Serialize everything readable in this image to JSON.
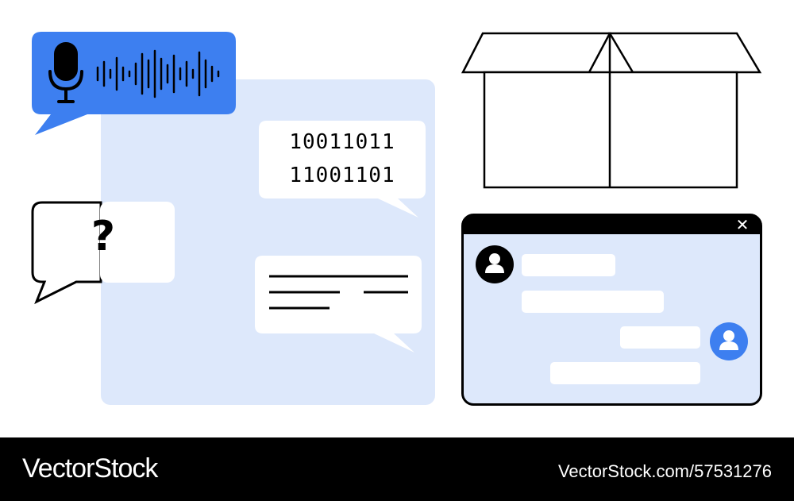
{
  "colors": {
    "accent_blue": "#3d7ff0",
    "light_panel": "#dde8fb",
    "outline": "#000000",
    "background": "#ffffff"
  },
  "voice_bubble": {
    "icons": [
      "microphone-icon",
      "sound-wave-icon"
    ]
  },
  "binary_bubble": {
    "line1": "10011011",
    "line2": "11001101"
  },
  "question_bubble": {
    "symbol": "?"
  },
  "chat_window": {
    "close_symbol": "✕",
    "icons": [
      "user-avatar-icon",
      "user-avatar-icon"
    ]
  },
  "box": {
    "icon": "open-box-icon"
  },
  "footer": {
    "brand": "VectorStock",
    "source": "VectorStock.com/57531276"
  }
}
